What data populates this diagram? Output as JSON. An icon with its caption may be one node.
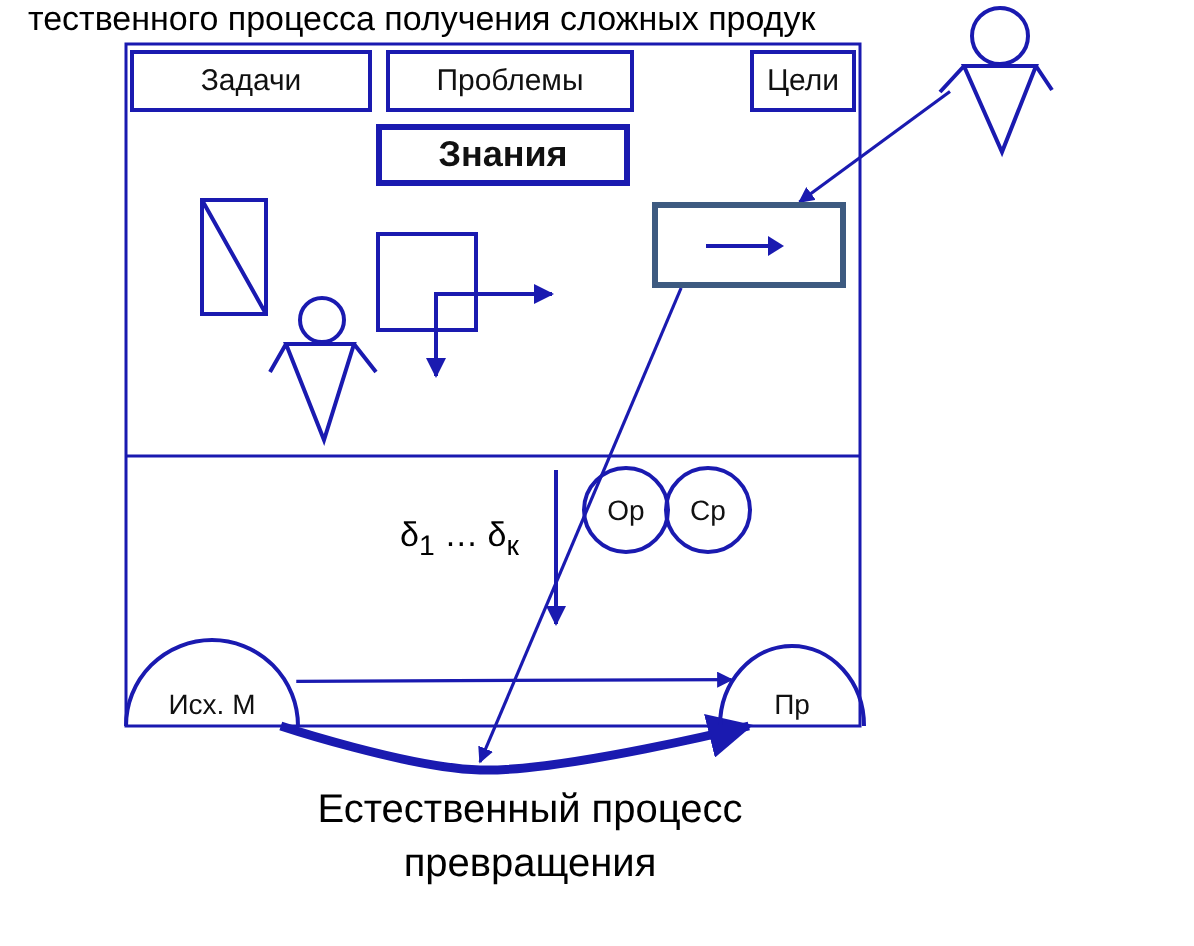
{
  "diagram": {
    "caption": "Естественный процесс превращения",
    "nodes": [
      {
        "text": [
          "Задачи"
        ]
      },
      {
        "text": [
          "Проблемы"
        ]
      },
      {
        "text": [
          "Цели"
        ]
      },
      {
        "text": [
          "Знания"
        ]
      },
      {
        "text": [],
        "shape": "person"
      },
      {
        "text": [],
        "shape": "box"
      },
      {
        "text": [
          "Ор"
        ]
      },
      {
        "text": [
          "Ср"
        ]
      },
      {
        "text": [
          "Исх. М"
        ]
      },
      {
        "text": [
          "Пр"
        ]
      }
    ],
    "edges": [
      {
        "from": 4,
        "to": 5,
        "arrow": "to"
      },
      {
        "from": 5,
        "to": null,
        "arrow": "to"
      },
      {
        "from": 8,
        "to": 9,
        "arrow": "to"
      },
      {
        "from": 8,
        "to": 9,
        "arrow": "to",
        "style": "thick"
      }
    ],
    "labels": [
      "тественного процесса получения сложных продук",
      "δ$_{1}$ … δ$_{к}$"
    ]
  }
}
